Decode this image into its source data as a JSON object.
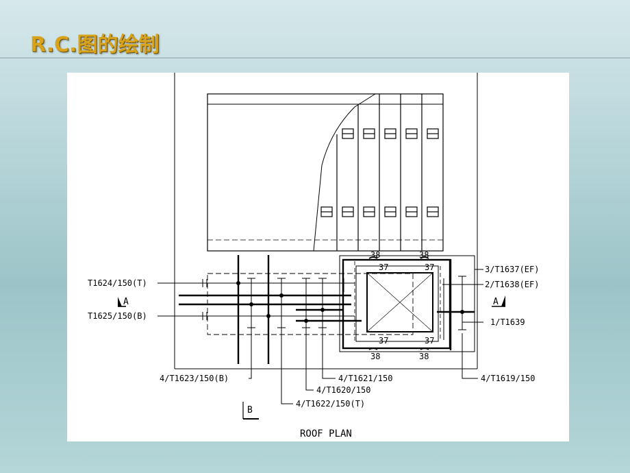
{
  "slide": {
    "title": "R.C.图的绘制"
  },
  "drawing": {
    "caption": "ROOF PLAN",
    "section_a_letter": "A",
    "section_b_letter": "B",
    "callouts": {
      "t1624": "T1624/150(T)",
      "t1625": "T1625/150(B)",
      "t1637": "3/T1637(EF)",
      "t1638": "2/T1638(EF)",
      "t1639": "1/T1639",
      "t1623": "4/T1623/150(B)",
      "t1621": "4/T1621/150",
      "t1620": "4/T1620/150",
      "t1622": "4/T1622/150(T)",
      "t1619": "4/T1619/150"
    },
    "dimensions": {
      "top_left_outer": "38",
      "top_right_outer": "38",
      "top_left_inner": "37",
      "top_right_inner": "37",
      "bottom_left_inner": "37",
      "bottom_right_inner": "37",
      "bottom_left_outer": "38",
      "bottom_right_outer": "38"
    }
  }
}
